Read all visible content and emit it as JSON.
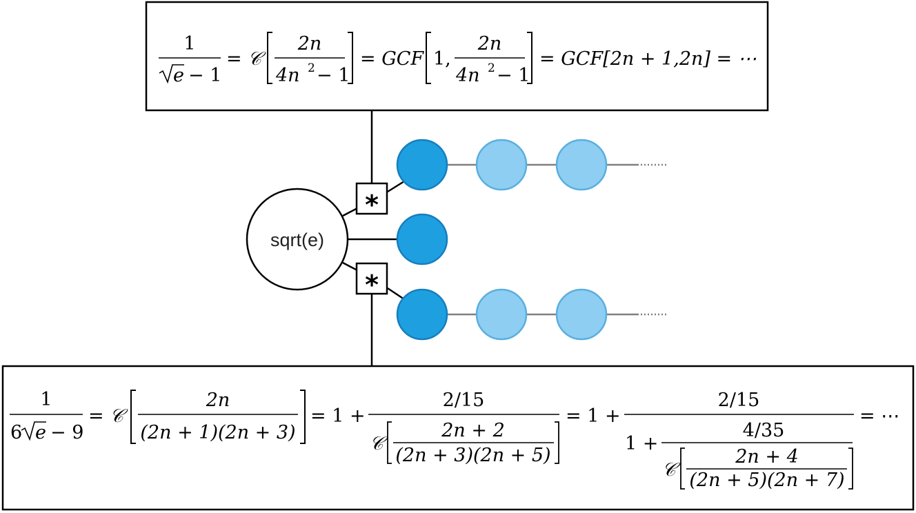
{
  "top_formula": {
    "lhs_num": "1",
    "lhs_den_rad": "e",
    "lhs_den_rest": "− 1",
    "eq1": "= 𝒞",
    "cf_num": "2n",
    "cf_den_a": "4n",
    "cf_den_exp": "2",
    "cf_den_b": "− 1",
    "eq2": "= GCF",
    "gcf_first": "1,",
    "gcf_num": "2n",
    "gcf_den_a": "4n",
    "gcf_den_exp": "2",
    "gcf_den_b": "− 1",
    "tail": "= GCF[2n + 1,2n] = ⋯"
  },
  "center_node": {
    "label": "sqrt(e)"
  },
  "operators": {
    "star_top": "*",
    "star_bottom": "*"
  },
  "chains": [
    {
      "name": "top-chain",
      "nodes": [
        "dark",
        "light",
        "light"
      ],
      "continues": true
    },
    {
      "name": "middle-chain",
      "nodes": [
        "dark"
      ],
      "continues": false
    },
    {
      "name": "bottom-chain",
      "nodes": [
        "dark",
        "light",
        "light"
      ],
      "continues": true
    }
  ],
  "colors": {
    "node_dark_fill": "#1e9fe0",
    "node_dark_stroke": "#157fbf",
    "node_light_fill": "#8dcef2",
    "node_light_stroke": "#5aaedf",
    "chain_line": "#7f7f7f",
    "connector": "#000000"
  },
  "bottom_formula": {
    "lhs_num": "1",
    "lhs_den_a": "6",
    "lhs_den_rad": "e",
    "lhs_den_rest": "− 9",
    "eq1": "= 𝒞",
    "cf_num": "2n",
    "cf_den": "(2n + 1)(2n + 3)",
    "eq2": "= 1 +",
    "f2_num": "2/15",
    "f2_c": "𝒞",
    "f2_inner_num": "2n + 2",
    "f2_inner_den": "(2n + 3)(2n + 5)",
    "eq3": "= 1 +",
    "f3_num": "2/15",
    "f3_one_plus": "1 +",
    "f3_sub_num": "4/35",
    "f3_c": "𝒞",
    "f3_inner_num": "2n + 4",
    "f3_inner_den": "(2n + 5)(2n + 7)",
    "tail": "= ⋯"
  }
}
